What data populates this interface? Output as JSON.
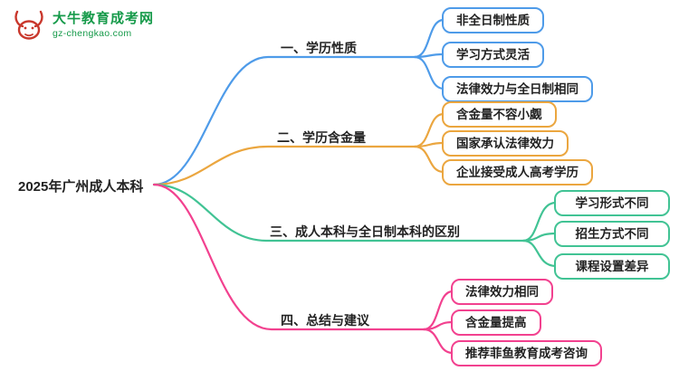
{
  "logo": {
    "name": "大牛教育成考网",
    "domain": "gz-chengkao.com"
  },
  "mindmap": {
    "root": "2025年广州成人本科",
    "branches": [
      {
        "label": "一、学历性质",
        "color": "#4e9be9",
        "children": [
          "非全日制性质",
          "学习方式灵活",
          "法律效力与全日制相同"
        ]
      },
      {
        "label": "二、学历含金量",
        "color": "#eba63f",
        "children": [
          "含金量不容小觑",
          "国家承认法律效力",
          "企业接受成人高考学历"
        ]
      },
      {
        "label": "三、成人本科与全日制本科的区别",
        "color": "#41c394",
        "children": [
          "学习形式不同",
          "招生方式不同",
          "课程设置差异"
        ]
      },
      {
        "label": "四、总结与建议",
        "color": "#f2418f",
        "children": [
          "法律效力相同",
          "含金量提高",
          "推荐菲鱼教育成考咨询"
        ]
      }
    ]
  }
}
